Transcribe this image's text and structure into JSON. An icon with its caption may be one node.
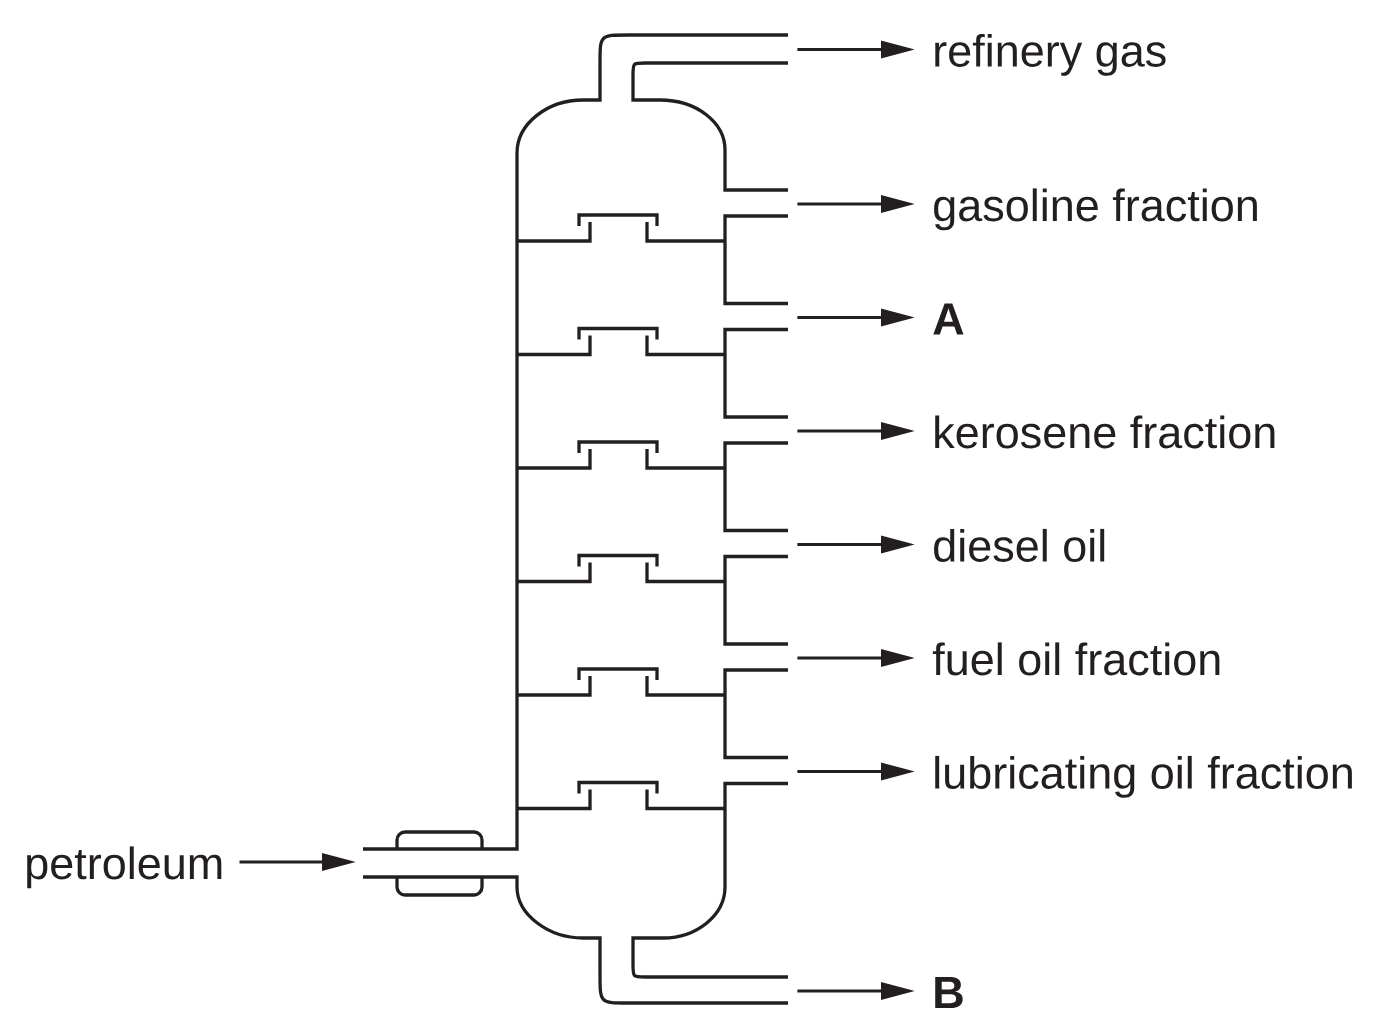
{
  "diagram": {
    "nodes": [
      {
        "text": [],
        "shape": "column"
      },
      {
        "text": [
          "refinery gas"
        ]
      },
      {
        "text": [
          "gasoline fraction"
        ]
      },
      {
        "text": [
          "A"
        ]
      },
      {
        "text": [
          "kerosene fraction"
        ]
      },
      {
        "text": [
          "diesel oil"
        ]
      },
      {
        "text": [
          "fuel oil fraction"
        ]
      },
      {
        "text": [
          "lubricating oil fraction"
        ]
      },
      {
        "text": [
          "petroleum"
        ]
      },
      {
        "text": [
          "B"
        ]
      }
    ],
    "edges": [
      {
        "from": 0,
        "to": 1,
        "arrow": "to"
      },
      {
        "from": 0,
        "to": 2,
        "arrow": "to"
      },
      {
        "from": 0,
        "to": 3,
        "arrow": "to"
      },
      {
        "from": 0,
        "to": 4,
        "arrow": "to"
      },
      {
        "from": 0,
        "to": 5,
        "arrow": "to"
      },
      {
        "from": 0,
        "to": 6,
        "arrow": "to"
      },
      {
        "from": 0,
        "to": 7,
        "arrow": "to"
      },
      {
        "from": 8,
        "to": 0,
        "arrow": "to"
      },
      {
        "from": 0,
        "to": 9,
        "arrow": "to"
      }
    ]
  }
}
